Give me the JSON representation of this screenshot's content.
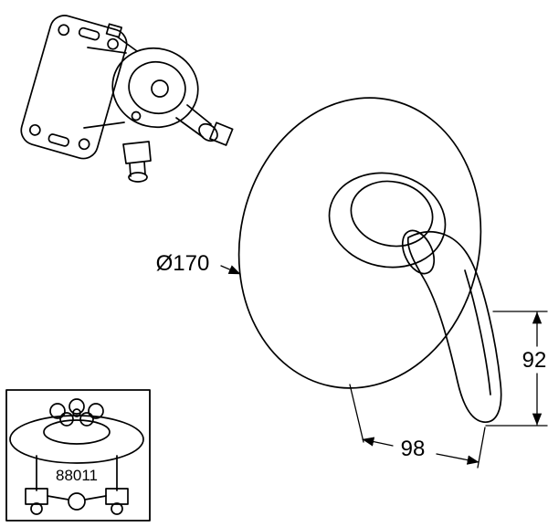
{
  "diagram": {
    "kind": "technical line drawing",
    "subject": "concealed shower mixer: rough-in valve, round trim plate with lever handle, inset of concealed body",
    "labels": {
      "diameter": "Ø170",
      "height": "92",
      "width": "98",
      "inset_part_number": "88011"
    },
    "colors": {
      "line": "#000000",
      "background": "#ffffff"
    }
  }
}
